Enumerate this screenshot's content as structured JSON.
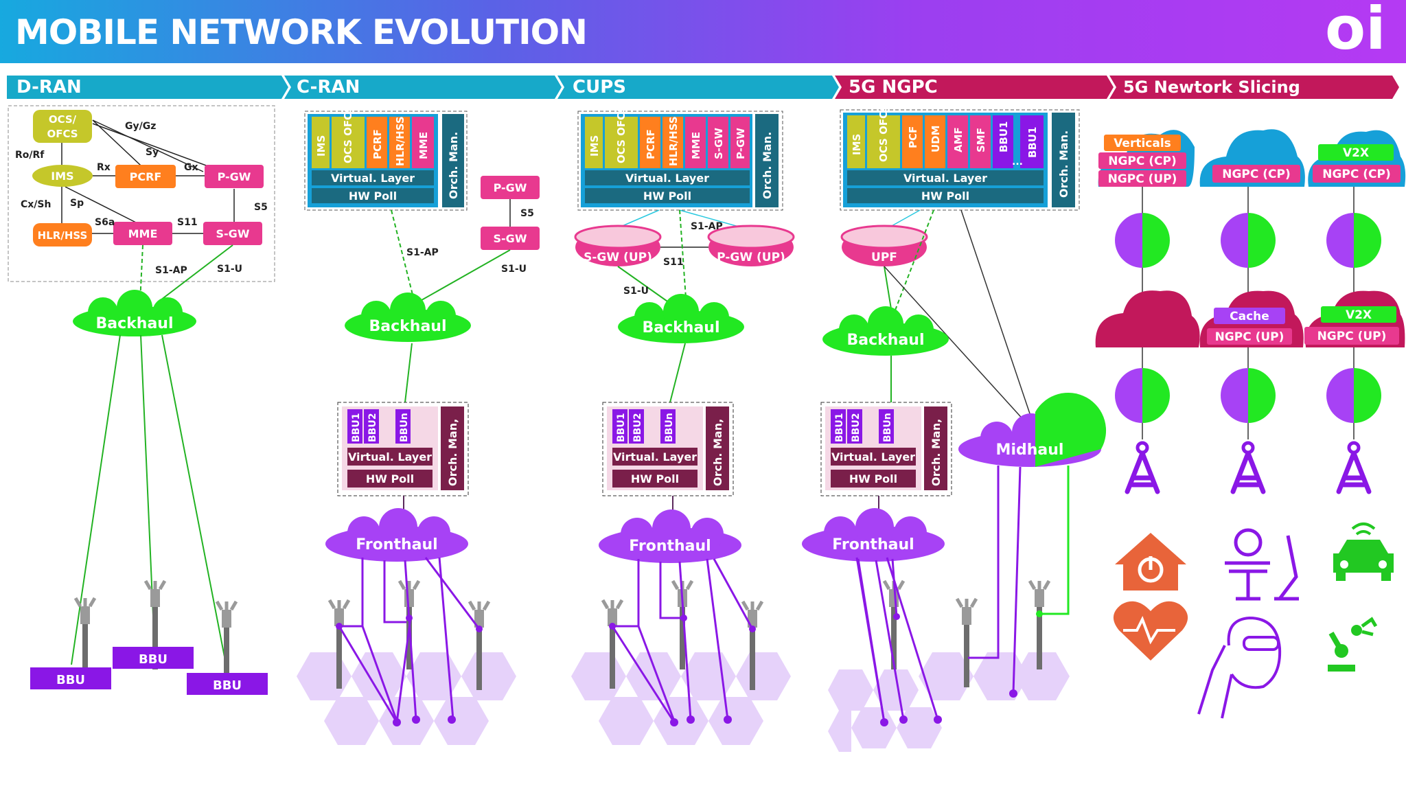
{
  "header": {
    "title": "MOBILE NETWORK EVOLUTION",
    "logo": "oi"
  },
  "sections": {
    "dran": "D-RAN",
    "cran": "C-RAN",
    "cups": "CUPS",
    "ngpc": "5G NGPC",
    "slicing": "5G Newtork Slicing"
  },
  "dran": {
    "ocs_line1": "OCS/",
    "ocs_line2": "OFCS",
    "ims": "IMS",
    "pcrf": "PCRF",
    "pgw": "P-GW",
    "hlr": "HLR/HSS",
    "mme": "MME",
    "sgw": "S-GW",
    "if_gygz": "Gy/Gz",
    "if_sy": "Sy",
    "if_rorf": "Ro/Rf",
    "if_rx": "Rx",
    "if_gx": "Gx",
    "if_cxsh": "Cx/Sh",
    "if_sp": "Sp",
    "if_s6a": "S6a",
    "if_s11": "S11",
    "if_s5": "S5",
    "if_s1ap": "S1-AP",
    "if_s1u": "S1-U",
    "backhaul": "Backhaul",
    "bbu": "BBU"
  },
  "cran": {
    "nf": [
      "IMS",
      "OCS OFCS",
      "PCRF",
      "HLR/HSS",
      "MME"
    ],
    "virtual": "Virtual. Layer",
    "hw": "HW Poll",
    "orch": "Orch. Man.",
    "pgw": "P-GW",
    "sgw": "S-GW",
    "s5": "S5",
    "s1ap": "S1-AP",
    "s1u": "S1-U",
    "backhaul": "Backhaul",
    "bbus": [
      "BBU1",
      "BBU2",
      "BBUn"
    ],
    "orch2": "Orch. Man,",
    "fronthaul": "Fronthaul"
  },
  "cups": {
    "nf": [
      "IMS",
      "OCS OFCS",
      "PCRF",
      "HLR/HSS",
      "MME",
      "S-GW",
      "P-GW"
    ],
    "virtual": "Virtual. Layer",
    "hw": "HW Poll",
    "orch": "Orch. Man.",
    "sgw_up": "S-GW (UP)",
    "pgw_up": "P-GW (UP)",
    "s1ap": "S1-AP",
    "s11": "S11",
    "s1u": "S1-U",
    "backhaul": "Backhaul",
    "bbus": [
      "BBU1",
      "BBU2",
      "BBUn"
    ],
    "orch2": "Orch. Man,",
    "fronthaul": "Fronthaul"
  },
  "ngpc": {
    "nf": [
      "IMS",
      "OCS OFCS",
      "PCF",
      "UDM",
      "AMF",
      "SMF",
      "BBU1",
      "BBU1"
    ],
    "dots": "...",
    "virtual": "Virtual. Layer",
    "hw": "HW Poll",
    "orch": "Orch. Man.",
    "upf": "UPF",
    "backhaul": "Backhaul",
    "midhaul": "Midhaul",
    "bbus": [
      "BBU1",
      "BBU2",
      "BBUn"
    ],
    "orch2": "Orch. Man,",
    "fronthaul": "Fronthaul"
  },
  "slicing": {
    "c1_top": "Verticals",
    "c1_cp": "NGPC (CP)",
    "c1_up": "NGPC (UP)",
    "c2_cp": "NGPC (CP)",
    "c3_top": "V2X",
    "c3_cp": "NGPC (CP)",
    "c2_cache": "Cache",
    "c2_up": "NGPC (UP)",
    "c3_v2x": "V2X",
    "c3_up": "NGPC (UP)"
  },
  "colors": {
    "dran_bar": "#17a9c9",
    "cran_bar": "#17a9c9",
    "cups_bar": "#17a9c9",
    "ngpc_bar": "#c2185b",
    "slicing_bar": "#c2185b",
    "green_cloud": "#22e822",
    "purple_cloud": "#a742f5",
    "magenta": "#e8398f",
    "orange": "#ff7f1e",
    "olive": "#c5c72a",
    "bbu_purple": "#8a17e6",
    "vm_box": "#1a9fd0",
    "teal_dark": "#1b6a80"
  },
  "icons": [
    "tower-icon",
    "house-power-icon",
    "heart-pulse-icon",
    "car-signal-icon",
    "robot-surgery-icon",
    "vr-head-icon",
    "robot-arm-icon"
  ]
}
